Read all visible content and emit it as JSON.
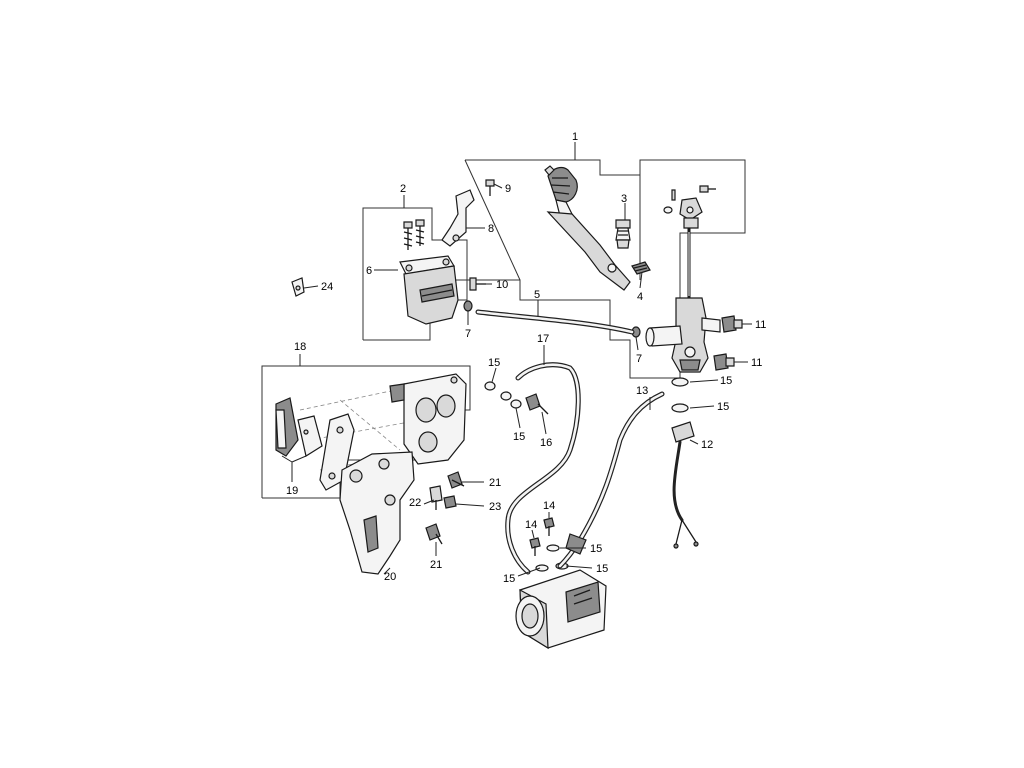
{
  "diagram": {
    "callouts": {
      "c1": "1",
      "c2": "2",
      "c3": "3",
      "c4": "4",
      "c5": "5",
      "c6": "6",
      "c7a": "7",
      "c7b": "7",
      "c8": "8",
      "c9": "9",
      "c10": "10",
      "c11a": "11",
      "c11b": "11",
      "c12": "12",
      "c13": "13",
      "c14a": "14",
      "c14b": "14",
      "c15a": "15",
      "c15b": "15",
      "c15c": "15",
      "c15d": "15",
      "c15e": "15",
      "c15f": "15",
      "c15g": "15",
      "c16": "16",
      "c17": "17",
      "c18": "18",
      "c19": "19",
      "c20": "20",
      "c21a": "21",
      "c21b": "21",
      "c22": "22",
      "c23": "23",
      "c24": "24"
    }
  }
}
